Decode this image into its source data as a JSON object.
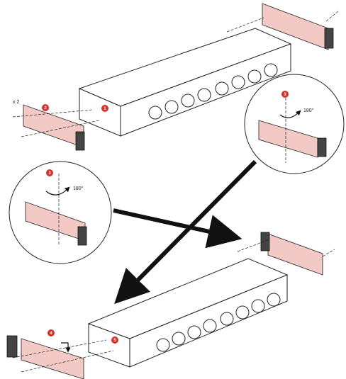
{
  "steps": {
    "s1": "1",
    "s2": "2",
    "s3a": "3",
    "s3b": "3",
    "s4": "4",
    "s5": "5"
  },
  "labels": {
    "quantity": "x 2",
    "rotation_a": "180°",
    "rotation_b": "180°"
  },
  "colors": {
    "bracket_fill": "#f2c9c4",
    "step_badge": "#d9302c",
    "line": "#222222"
  }
}
